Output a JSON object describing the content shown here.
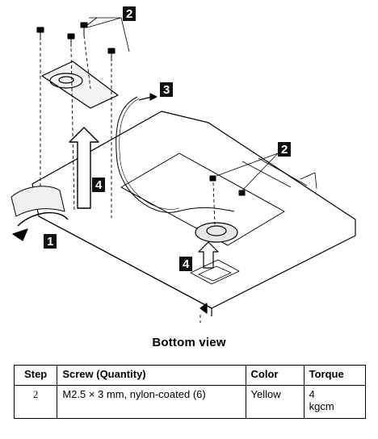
{
  "figure": {
    "callouts": [
      "1",
      "2",
      "2",
      "3",
      "4",
      "4"
    ],
    "caption": "Bottom view"
  },
  "table": {
    "headers": [
      "Step",
      "Screw (Quantity)",
      "Color",
      "Torque"
    ],
    "rows": [
      {
        "step": "2",
        "screw": "M2.5 × 3 mm, nylon-coated (6)",
        "color": "Yellow",
        "torque_line1": "4",
        "torque_line2": "kgcm"
      }
    ]
  }
}
